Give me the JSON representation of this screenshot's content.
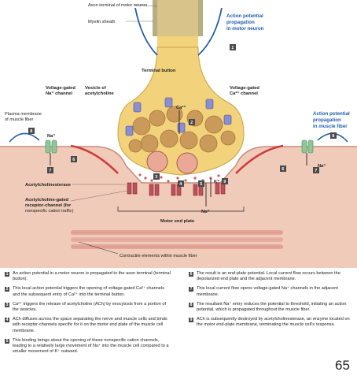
{
  "labels": {
    "axon_terminal": "Axon terminal of motor neuron",
    "myelin_sheath": "Myelin sheath",
    "ap_motor": [
      "Action potential",
      "propagation",
      "in motor neuron"
    ],
    "terminal_button": "Terminal button",
    "vg_na": [
      "Voltage-gated",
      "Na⁺ channel"
    ],
    "vesicle_ach": [
      "Vesicle of",
      "acetylcholine"
    ],
    "vg_ca": [
      "Voltage-gated",
      "Ca²⁺ channel"
    ],
    "plasma_membrane": [
      "Plasma membrane",
      "of muscle fiber"
    ],
    "ap_muscle": [
      "Action potential",
      "propagation",
      "in muscle fiber"
    ],
    "ca_ion": "Ca²⁺",
    "na_ion": "Na⁺",
    "k_ion": "K⁺",
    "ache": "Acetylcholinesterase",
    "ach_gated": [
      "Acetylcholine-gated",
      "receptor-channel (for",
      "nonspecific cation traffic)"
    ],
    "motor_end_plate": "Motor end plate",
    "contractile": "Contractile elements within muscle fiber"
  },
  "legend_left": [
    {
      "n": "1",
      "text": "An action potential in a motor neuron is propagated to the axon terminal (terminal button)."
    },
    {
      "n": "2",
      "text": "This local action potential triggers the opening of voltage-gated Ca²⁺ channels and the subsequent entry of Ca²⁺ into the terminal button."
    },
    {
      "n": "3",
      "text": "Ca²⁺ triggers the release of acetylcholine (ACh) by exocytosis from a portion of the vesicles."
    },
    {
      "n": "4",
      "text": "ACh diffuses across the space separating the nerve and muscle cells and binds with receptor-channels specific for it on the motor end plate of the muscle cell membrane."
    },
    {
      "n": "5",
      "text": "This binding brings about the opening of these nonspecific cation channels, leading to a relatively large movement of Na⁺ into the muscle cell compared to a smaller movement of K⁺ outward."
    }
  ],
  "legend_right": [
    {
      "n": "6",
      "text": "The result is an end-plate potential. Local current flow occurs between the depolarized end plate and the adjacent membrane."
    },
    {
      "n": "7",
      "text": "This local current flow opens voltage-gated Na⁺ channels in the adjacent membrane."
    },
    {
      "n": "8",
      "text": "The resultant Na⁺ entry reduces the potential to threshold, initiating an action potential, which is propagated throughout the muscle fiber."
    },
    {
      "n": "9",
      "text": "ACh is subsequently destroyed by acetylcholinesterase, an enzyme located on the motor end-plate membrane, terminating the muscle cell's response."
    }
  ],
  "page_number": "65",
  "colors": {
    "terminal": "#f2d27a",
    "muscle": "#efc7b4",
    "blue_label": "#1f5fa8",
    "channel_green": "#8fc79a",
    "receptor_red": "#c0505a",
    "ca_channel": "#8a8fd0"
  }
}
